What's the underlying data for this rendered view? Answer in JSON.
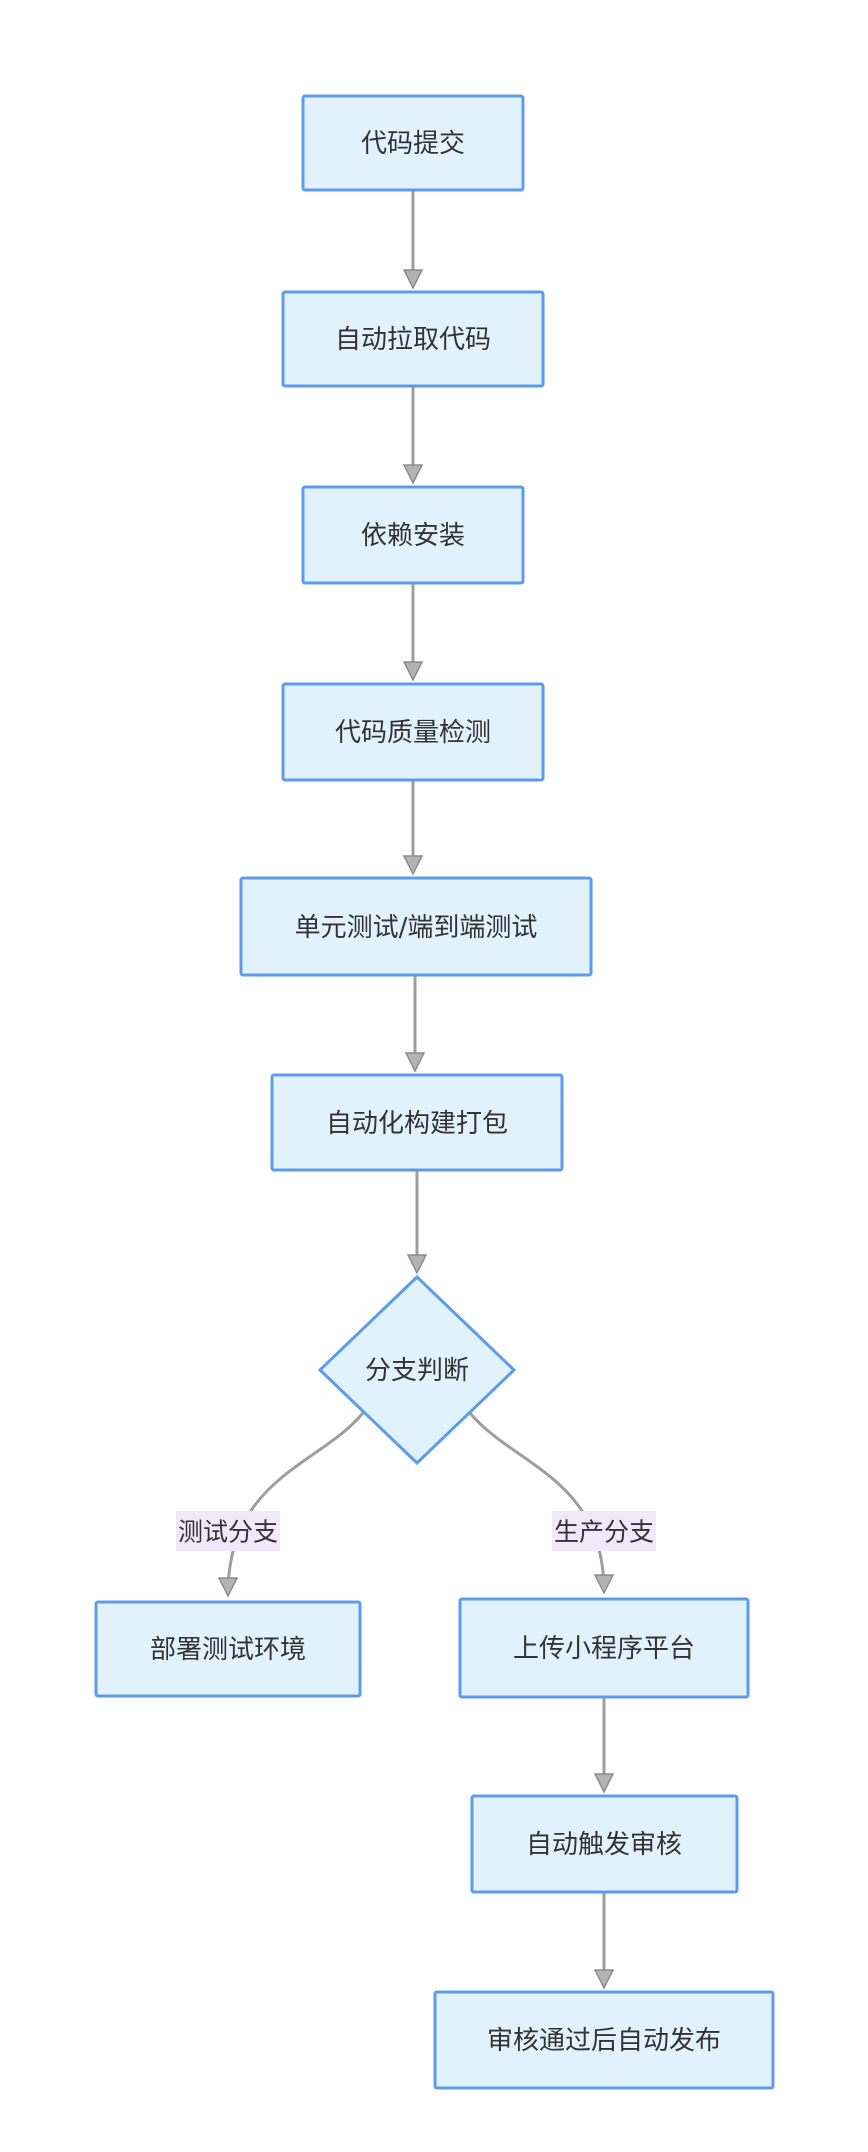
{
  "diagram": {
    "type": "flowchart",
    "direction": "top-down",
    "nodes": [
      {
        "id": "A",
        "shape": "rect",
        "label": "代码提交"
      },
      {
        "id": "B",
        "shape": "rect",
        "label": "自动拉取代码"
      },
      {
        "id": "C",
        "shape": "rect",
        "label": "依赖安装"
      },
      {
        "id": "D",
        "shape": "rect",
        "label": "代码质量检测"
      },
      {
        "id": "E",
        "shape": "rect",
        "label": "单元测试/端到端测试"
      },
      {
        "id": "F",
        "shape": "rect",
        "label": "自动化构建打包"
      },
      {
        "id": "G",
        "shape": "diamond",
        "label": "分支判断"
      },
      {
        "id": "H",
        "shape": "rect",
        "label": "部署测试环境"
      },
      {
        "id": "I",
        "shape": "rect",
        "label": "上传小程序平台"
      },
      {
        "id": "J",
        "shape": "rect",
        "label": "自动触发审核"
      },
      {
        "id": "K",
        "shape": "rect",
        "label": "审核通过后自动发布"
      }
    ],
    "edges": [
      {
        "from": "A",
        "to": "B",
        "label": ""
      },
      {
        "from": "B",
        "to": "C",
        "label": ""
      },
      {
        "from": "C",
        "to": "D",
        "label": ""
      },
      {
        "from": "D",
        "to": "E",
        "label": ""
      },
      {
        "from": "E",
        "to": "F",
        "label": ""
      },
      {
        "from": "F",
        "to": "G",
        "label": ""
      },
      {
        "from": "G",
        "to": "H",
        "label": "测试分支"
      },
      {
        "from": "G",
        "to": "I",
        "label": "生产分支"
      },
      {
        "from": "I",
        "to": "J",
        "label": ""
      },
      {
        "from": "J",
        "to": "K",
        "label": ""
      }
    ],
    "colors": {
      "background": "#ffffff",
      "node_fill": "#e1f2fc",
      "node_border": "#5d9cec",
      "edge": "#9e9e9e",
      "edge_label_bg": "#f1e8fb",
      "text": "#333333"
    }
  }
}
